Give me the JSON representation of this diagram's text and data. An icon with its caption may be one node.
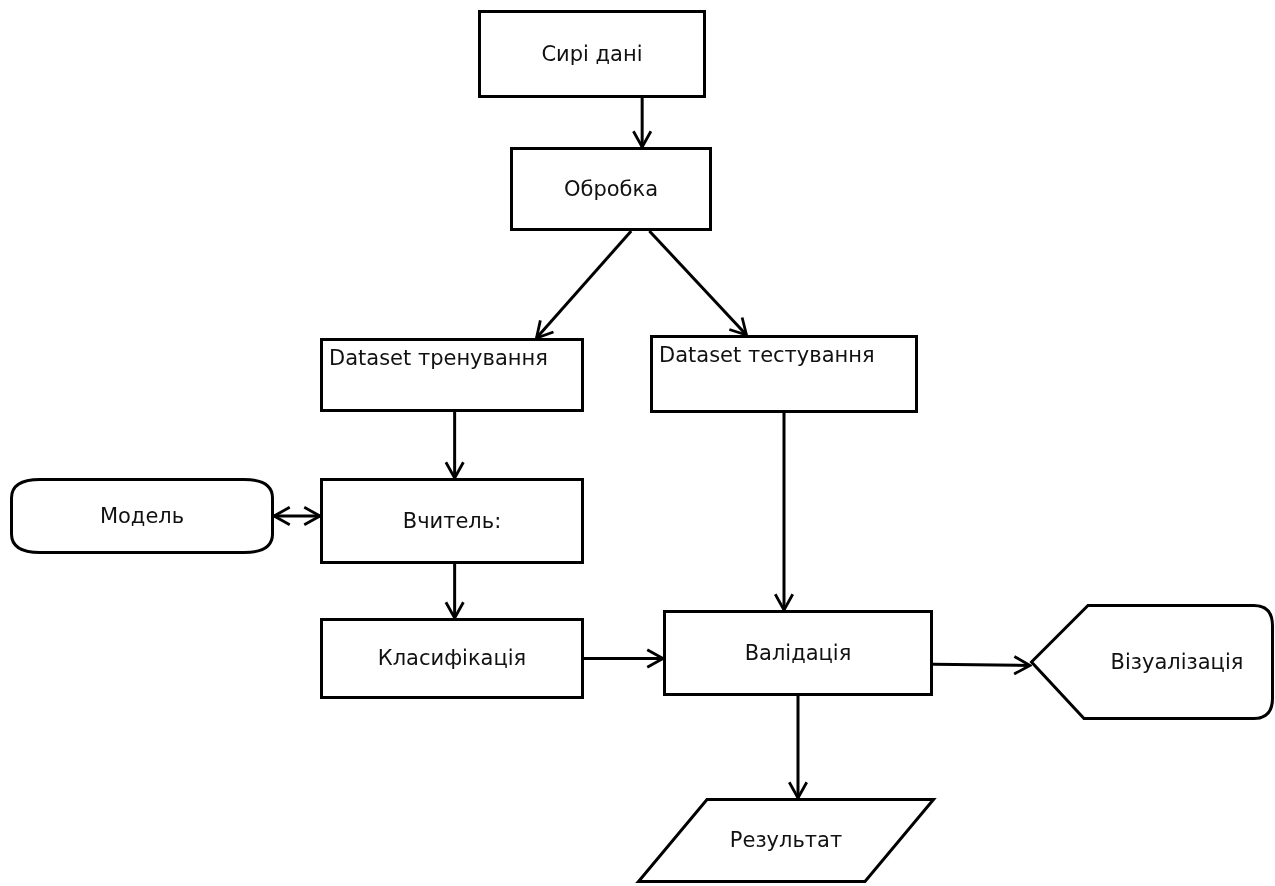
{
  "diagram": {
    "nodes": [
      {
        "text": [
          "Сирі дані"
        ]
      },
      {
        "text": [
          "Обробка"
        ]
      },
      {
        "text": [
          "Dataset тренування"
        ]
      },
      {
        "text": [
          "Dataset тестування"
        ]
      },
      {
        "text": [
          "Модель"
        ]
      },
      {
        "text": [
          "Вчитель:"
        ]
      },
      {
        "text": [
          "Класифікація"
        ]
      },
      {
        "text": [
          "Валідація"
        ]
      },
      {
        "text": [
          "Візуалізація"
        ]
      },
      {
        "text": [
          "Результат"
        ]
      }
    ],
    "edges": [
      {
        "from": 0,
        "to": 1,
        "arrow": "to"
      },
      {
        "from": 1,
        "to": 2,
        "arrow": "to"
      },
      {
        "from": 1,
        "to": 3,
        "arrow": "to"
      },
      {
        "from": 2,
        "to": 5,
        "arrow": "to"
      },
      {
        "from": 4,
        "to": 5,
        "arrow": "both"
      },
      {
        "from": 5,
        "to": 6,
        "arrow": "to"
      },
      {
        "from": 3,
        "to": 7,
        "arrow": "to"
      },
      {
        "from": 6,
        "to": 7,
        "arrow": "to"
      },
      {
        "from": 7,
        "to": 8,
        "arrow": "to"
      },
      {
        "from": 7,
        "to": 9,
        "arrow": "to"
      }
    ]
  }
}
